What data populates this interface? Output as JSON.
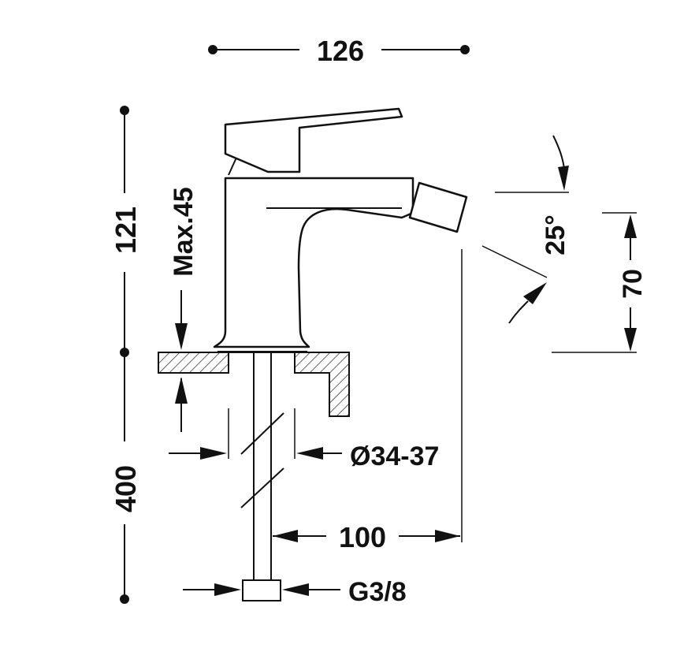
{
  "dimensions": {
    "top_width": "126",
    "height": "121",
    "max_deck": "Max.45",
    "pipe_length": "400",
    "hole_diameter": "Ø34-37",
    "spout_reach": "100",
    "connection": "G3/8",
    "nozzle_angle": "25°",
    "nozzle_height": "70"
  },
  "colors": {
    "line": "#111111",
    "background": "#ffffff"
  }
}
